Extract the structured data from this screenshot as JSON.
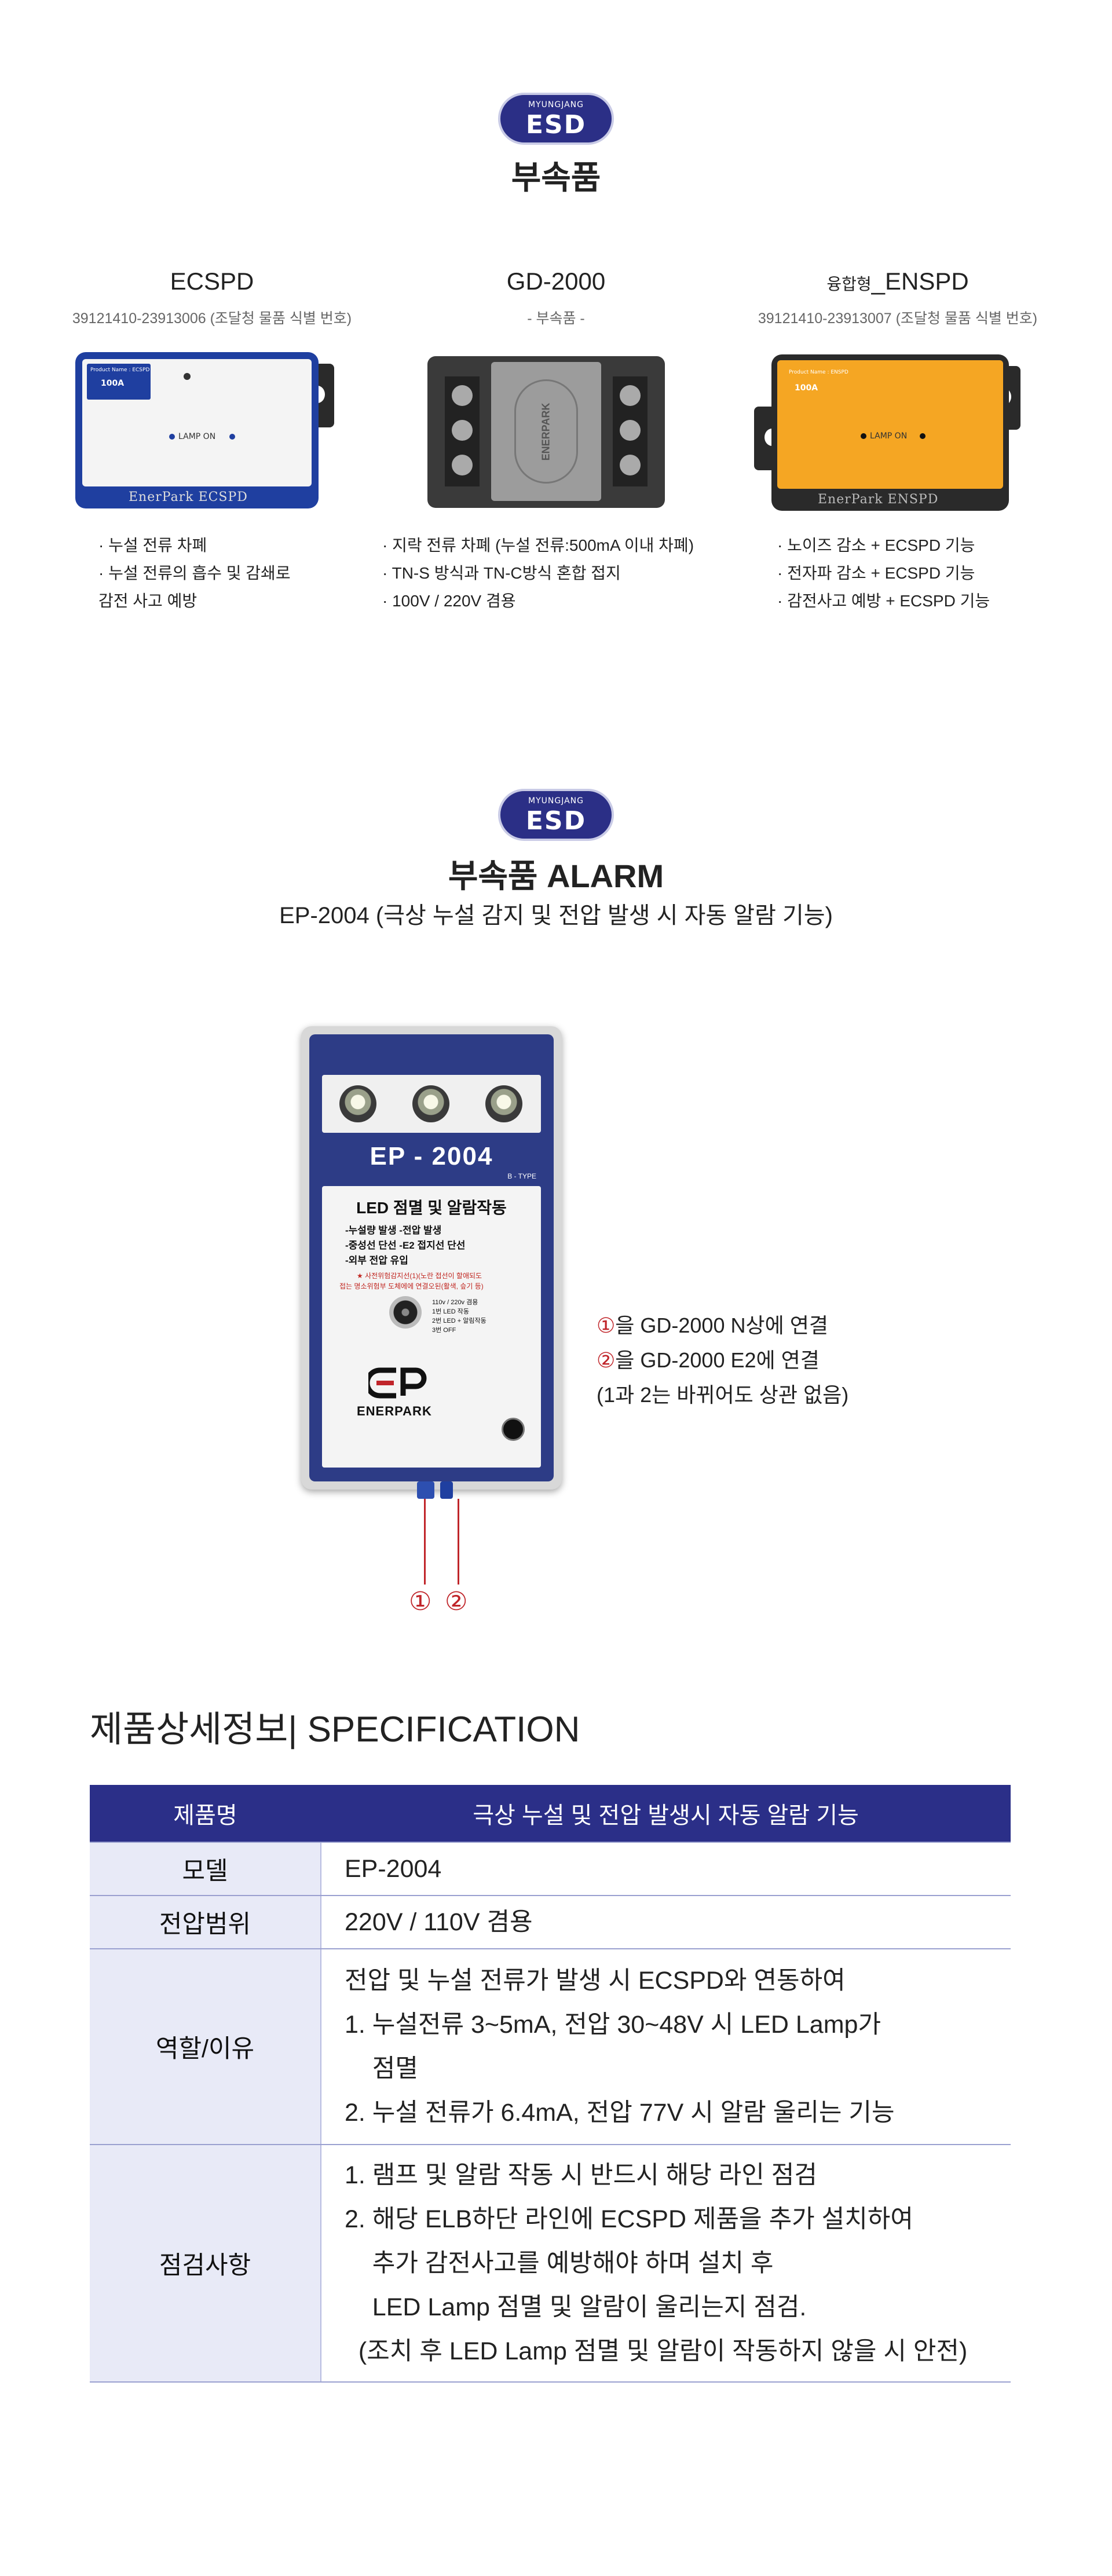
{
  "logo": {
    "top_text": "MYUNGJANG",
    "main_text": "ESD"
  },
  "section1": {
    "title": "부속품",
    "products": [
      {
        "name": "ECSPD",
        "code": "39121410-23913006 (조달청 물품 식별 번호)",
        "bullets": [
          "· 누설 전류 차폐",
          "· 누설 전류의 흡수 및 감쇄로",
          "   감전 사고 예방"
        ],
        "device": {
          "label_a": "Product Name : ECSPD",
          "label_b": "100A",
          "lamp": "LAMP ON",
          "bottom": "EnerPark  ECSPD"
        }
      },
      {
        "name": "GD-2000",
        "code": "- 부속품 -",
        "bullets": [
          "· 지락 전류 차폐 (누설 전류:500mA 이내 차폐)",
          "· TN-S 방식과 TN-C방식 혼합 접지",
          "· 100V / 220V 겸용"
        ],
        "device": {
          "brand": "ENERPARK"
        }
      },
      {
        "name": "융합형_ENSPD",
        "name_prefix": "융합형",
        "name_suffix": "_ENSPD",
        "code": "39121410-23913007 (조달청 물품 식별 번호)",
        "bullets": [
          "· 노이즈 감소 + ECSPD 기능",
          "· 전자파 감소 + ECSPD 기능",
          "· 감전사고 예방 + ECSPD 기능"
        ],
        "device": {
          "label_a": "Product Name : ENSPD",
          "label_b": "100A",
          "lamp": "LAMP ON",
          "bottom": "EnerPark  ENSPD"
        }
      }
    ]
  },
  "section2": {
    "title": "부속품 ALARM",
    "subtitle": "EP-2004 (극상 누설 감지  및 전압 발생 시 자동 알람 기능)",
    "device": {
      "model": "EP - 2004",
      "type": "B - TYPE",
      "panel_title": "LED 점멸 및 알람작동",
      "panel_lines": [
        "-누설량 발생    -전압 발생",
        "-중성선 단선    -E2 접지선 단선",
        "-외부 전압 유입"
      ],
      "panel_warning": [
        "★ 사전위험감지선(1)(노란 접선이 할애되도",
        "접는 명소위험부 도체에에 연결오된(활색, 슾기 등)"
      ],
      "knob_notes": [
        "110v / 220v 겸용",
        "1번 LED 작동",
        "2번 LED + 알림작동",
        "3번 OFF"
      ],
      "brand": "ENERPARK"
    },
    "notes": [
      {
        "mark": "①",
        "text": "을 GD-2000 N상에 연결"
      },
      {
        "mark": "②",
        "text": "을 GD-2000 E2에 연결"
      },
      {
        "mark": "",
        "text": "(1과 2는 바뀌어도 상관 없음)"
      }
    ],
    "wire_labels": [
      "①",
      "②"
    ]
  },
  "spec": {
    "title": "제품상세정보| SPECIFICATION",
    "header": [
      "제품명",
      "극상 누설 및 전압 발생시 자동 알람 기능"
    ],
    "rows": [
      {
        "label": "모델",
        "lines": [
          "EP-2004"
        ]
      },
      {
        "label": "전압범위",
        "lines": [
          "220V / 110V 겸용"
        ]
      },
      {
        "label": "역할/이유",
        "lines": [
          "전압 및 누설 전류가 발생 시 ECSPD와 연동하여",
          "1. 누설전류 3~5mA, 전압 30~48V 시 LED Lamp가",
          "    점멸",
          "2. 누설 전류가 6.4mA, 전압 77V 시 알람 울리는 기능"
        ]
      },
      {
        "label": "점검사항",
        "lines": [
          "1. 램프 및 알람 작동 시 반드시 해당 라인 점검",
          "2. 해당 ELB하단 라인에 ECSPD 제품을 추가 설치하여",
          "    추가 감전사고를 예방해야 하며 설치 후",
          "    LED Lamp 점멸 및 알람이 울리는지 점검.",
          "  (조치 후 LED Lamp 점멸 및 알람이 작동하지 않을 시 안전)"
        ]
      }
    ]
  },
  "colors": {
    "navy": "#2b2f88",
    "label_bg": "#e8eaf7",
    "red": "#c0252a",
    "orange": "#f5a623",
    "ecspd_blue": "#1f3fa0"
  }
}
